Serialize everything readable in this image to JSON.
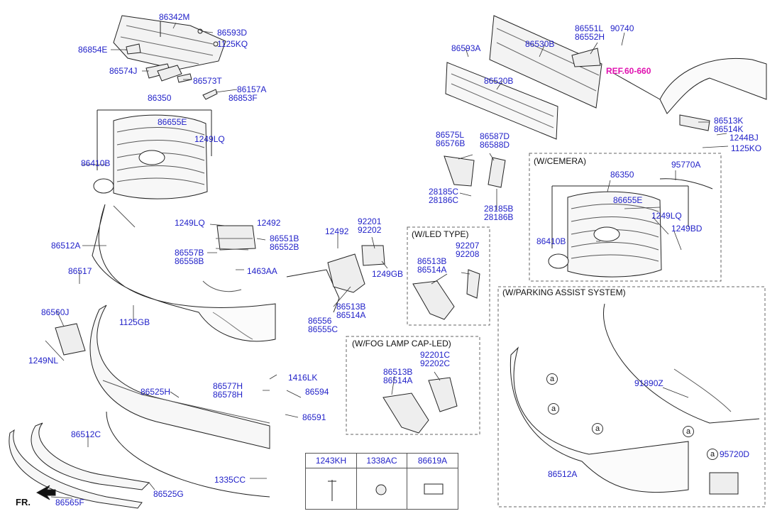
{
  "labels": {
    "p86342M": "86342M",
    "p86593D": "86593D",
    "p86854E": "86854E",
    "p1125KQ": "1125KQ",
    "p86574J": "86574J",
    "p86573T": "86573T",
    "p86157A": "86157A",
    "p86853F": "86853F",
    "p86350": "86350",
    "p86655E": "86655E",
    "p1249LQ": "1249LQ",
    "p86410B": "86410B",
    "p86512A": "86512A",
    "p86517": "86517",
    "p86560J": "86560J",
    "p1249NL": "1249NL",
    "p1125GB": "1125GB",
    "p1249LQb": "1249LQ",
    "p12492": "12492",
    "p86551B": "86551B",
    "p86552B": "86552B",
    "p86557B": "86557B",
    "p86558B": "86558B",
    "p1463AA": "1463AA",
    "p12492b": "12492",
    "p92201": "92201",
    "p92202": "92202",
    "p1249GB": "1249GB",
    "p86513B": "86513B",
    "p86514A": "86514A",
    "p86556": "86556",
    "p86555C": "86555C",
    "p86525H": "86525H",
    "p86577H": "86577H",
    "p86578H": "86578H",
    "p1416LK": "1416LK",
    "p86594": "86594",
    "p86591": "86591",
    "p86512C": "86512C",
    "p86565F": "86565F",
    "p86525G": "86525G",
    "p1335CC": "1335CC",
    "p86593A": "86593A",
    "p86530B": "86530B",
    "p86551L": "86551L",
    "p86552H": "86552H",
    "p90740": "90740",
    "p86520B": "86520B",
    "p86575L": "86575L",
    "p86576B": "86576B",
    "p86587D": "86587D",
    "p86588D": "86588D",
    "p28185C": "28185C",
    "p28186C": "28186C",
    "p28185B": "28185B",
    "p28186B": "28186B",
    "p86513K": "86513K",
    "p86514K": "86514K",
    "p1244BJ": "1244BJ",
    "p1125KO": "1125KO",
    "ref": "REF.60-660",
    "cam_86350": "86350",
    "p95770A": "95770A",
    "cam_86655E": "86655E",
    "cam_1249LQ": "1249LQ",
    "cam_1249BD": "1249BD",
    "cam_86410B": "86410B",
    "led_86513B": "86513B",
    "led_86514A": "86514A",
    "led_92207": "92207",
    "led_92208": "92208",
    "fog_86513B": "86513B",
    "fog_86514A": "86514A",
    "fog_92201C": "92201C",
    "fog_92202C": "92202C",
    "pa_91890Z": "91890Z",
    "pa_86512A": "86512A",
    "pa_95720D": "95720D",
    "fr": "FR."
  },
  "boxes": {
    "camera": "(W/CEMERA)",
    "led": "(W/LED TYPE)",
    "fog": "(W/FOG LAMP CAP-LED)",
    "parking": "(W/PARKING ASSIST SYSTEM)"
  },
  "circle_letter": "a",
  "table": {
    "headers": [
      "1243KH",
      "1338AC",
      "86619A"
    ]
  },
  "colors": {
    "part_label": "#1f1fc8",
    "ref_label": "#e012b0",
    "line": "#222222"
  }
}
